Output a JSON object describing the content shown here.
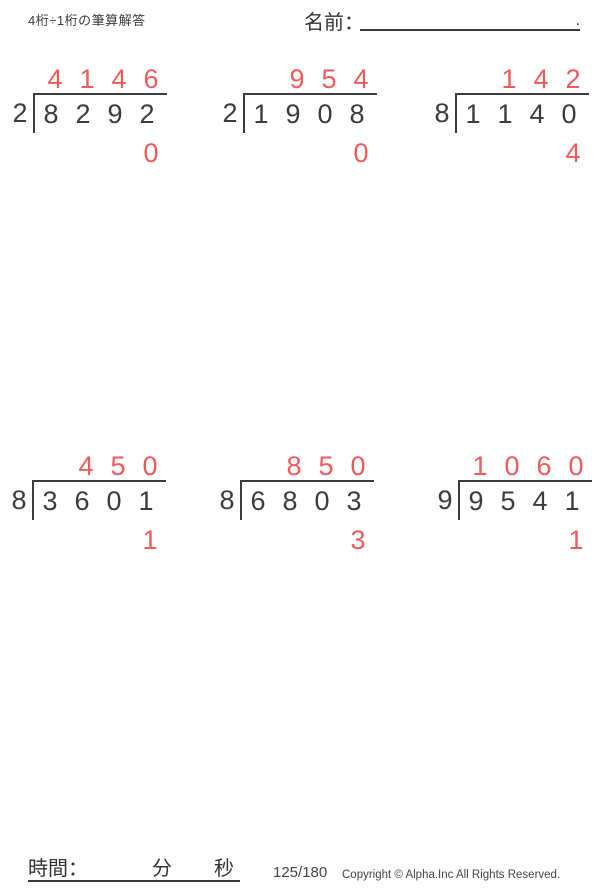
{
  "page": {
    "title": "4桁÷1桁の筆算解答",
    "name_label": "名前：",
    "name_suffix": ".",
    "time_label": "時間：",
    "minutes_label": "分",
    "seconds_label": "秒",
    "page_number": "125/180",
    "copyright": "Copyright © Alpha.Inc All Rights Reserved."
  },
  "colors": {
    "answer_red": "#ef5a5a",
    "ink": "#3c3c3c"
  },
  "problems": [
    {
      "divisor": "2",
      "dividend": "8292",
      "quotient": "4146",
      "remainder": "0",
      "quotient_digits": [
        "4",
        "1",
        "4",
        "6"
      ],
      "dividend_digits": [
        "8",
        "2",
        "9",
        "2"
      ]
    },
    {
      "divisor": "2",
      "dividend": "1908",
      "quotient": "954",
      "remainder": "0",
      "quotient_digits": [
        "",
        "9",
        "5",
        "4"
      ],
      "dividend_digits": [
        "1",
        "9",
        "0",
        "8"
      ]
    },
    {
      "divisor": "8",
      "dividend": "1140",
      "quotient": "142",
      "remainder": "4",
      "quotient_digits": [
        "",
        "1",
        "4",
        "2"
      ],
      "dividend_digits": [
        "1",
        "1",
        "4",
        "0"
      ]
    },
    {
      "divisor": "8",
      "dividend": "3601",
      "quotient": "450",
      "remainder": "1",
      "quotient_digits": [
        "",
        "4",
        "5",
        "0"
      ],
      "dividend_digits": [
        "3",
        "6",
        "0",
        "1"
      ]
    },
    {
      "divisor": "8",
      "dividend": "6803",
      "quotient": "850",
      "remainder": "3",
      "quotient_digits": [
        "",
        "8",
        "5",
        "0"
      ],
      "dividend_digits": [
        "6",
        "8",
        "0",
        "3"
      ]
    },
    {
      "divisor": "9",
      "dividend": "9541",
      "quotient": "1060",
      "remainder": "1",
      "quotient_digits": [
        "1",
        "0",
        "6",
        "0"
      ],
      "dividend_digits": [
        "9",
        "5",
        "4",
        "1"
      ]
    }
  ]
}
